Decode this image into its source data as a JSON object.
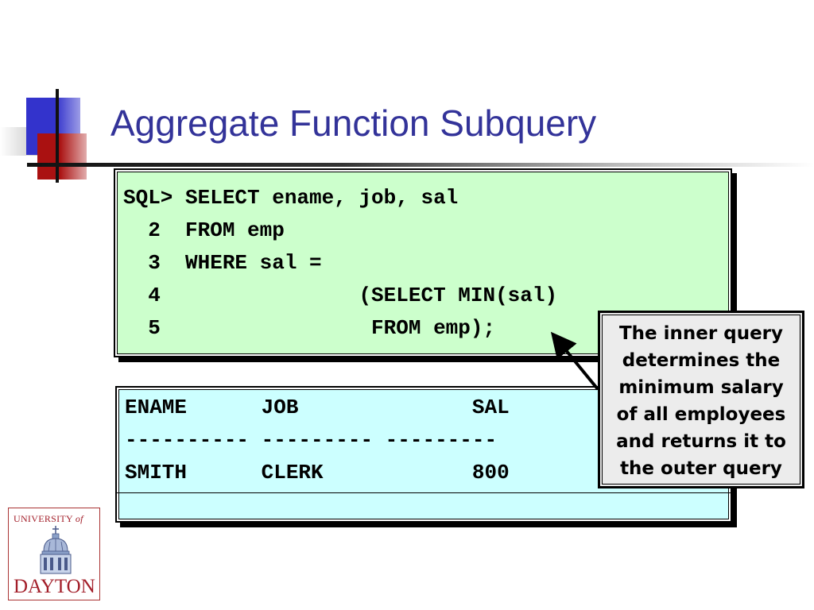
{
  "slide": {
    "title": "Aggregate Function Subquery"
  },
  "code": {
    "lines": [
      "SQL> SELECT ename, job, sal",
      "  2  FROM emp",
      "  3  WHERE sal =",
      "  4                (SELECT MIN(sal)",
      "  5                 FROM emp);"
    ]
  },
  "result": {
    "header": "ENAME      JOB              SAL",
    "separator": "---------- --------- ---------",
    "rows": [
      "SMITH      CLERK            800"
    ]
  },
  "callout": {
    "lines": [
      "The inner query",
      "determines the",
      "minimum salary",
      "of all employees",
      "and returns it to",
      "the outer query"
    ]
  },
  "logo": {
    "top_text": "UNIVERSITY",
    "top_of": "of",
    "bottom_text": "DAYTON"
  },
  "colors": {
    "title": "#333399",
    "code_bg": "#ccffcc",
    "result_bg": "#ccffff",
    "callout_bg": "#ececec",
    "logo_red": "#a31f2a"
  }
}
